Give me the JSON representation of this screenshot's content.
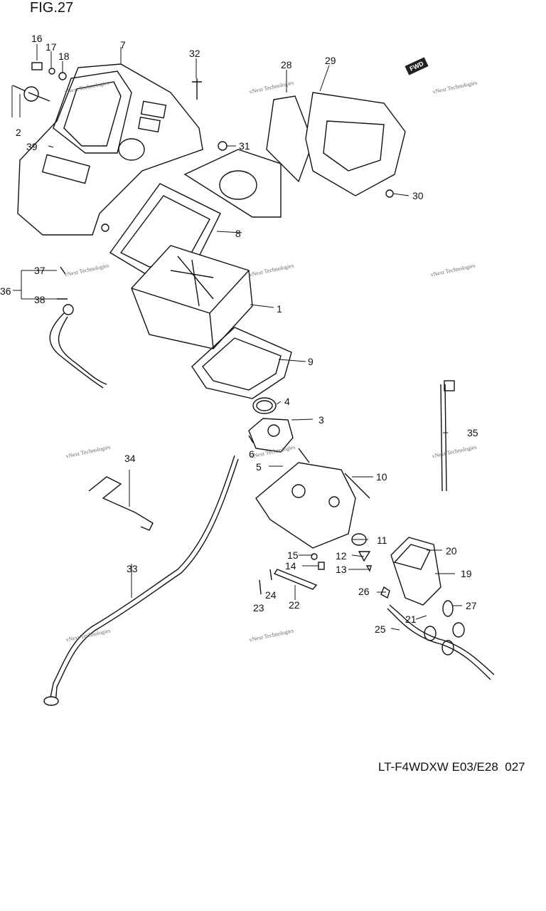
{
  "title": "FIG.27",
  "footer": "LT-F4WDXW E03/E28  027",
  "fwd_label": "FWD",
  "watermark": "vNext Technologies",
  "callouts": [
    "1",
    "2",
    "3",
    "4",
    "5",
    "6",
    "7",
    "8",
    "9",
    "10",
    "11",
    "12",
    "13",
    "14",
    "15",
    "16",
    "17",
    "18",
    "19",
    "20",
    "21",
    "22",
    "23",
    "24",
    "25",
    "26",
    "27",
    "28",
    "29",
    "30",
    "31",
    "32",
    "33",
    "34",
    "35",
    "36",
    "37",
    "38",
    "39"
  ]
}
